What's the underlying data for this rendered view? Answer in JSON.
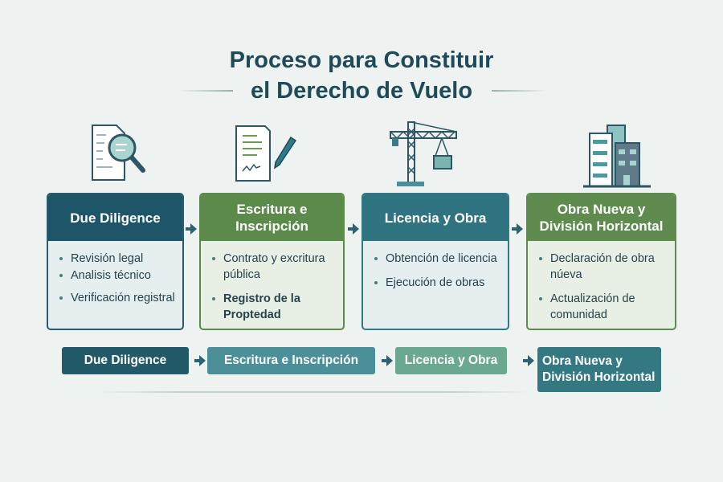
{
  "title": {
    "line1": "Proceso para Constituir",
    "line2": "el Derecho de Vuelo"
  },
  "colors": {
    "dark_teal": "#1f5568",
    "green": "#5b8a4b",
    "teal": "#2f7a85",
    "background": "#eef3f2"
  },
  "cards": [
    {
      "header": "Due Diligence",
      "icon": "document-magnifier-icon",
      "items": [
        "Revisión legal",
        "Analisis técnico",
        "Verificación registral"
      ]
    },
    {
      "header": "Escritura e Inscripción",
      "icon": "document-pen-icon",
      "items": [
        "Contrato y excritura pública",
        "Registro de la Proptedad"
      ]
    },
    {
      "header": "Licencia y Obra",
      "icon": "crane-icon",
      "items": [
        "Obtención de licencia",
        "Ejecución de obras"
      ]
    },
    {
      "header": "Obra Nueva y División Horizontal",
      "icon": "buildings-icon",
      "items": [
        "Declaración de obra núeva",
        "Actualización de comunidad"
      ]
    }
  ],
  "flow": [
    "Due Diligence",
    "Escritura e Inscripción",
    "Licencia y Obra",
    "Obra Nueva y División Horizontal"
  ]
}
